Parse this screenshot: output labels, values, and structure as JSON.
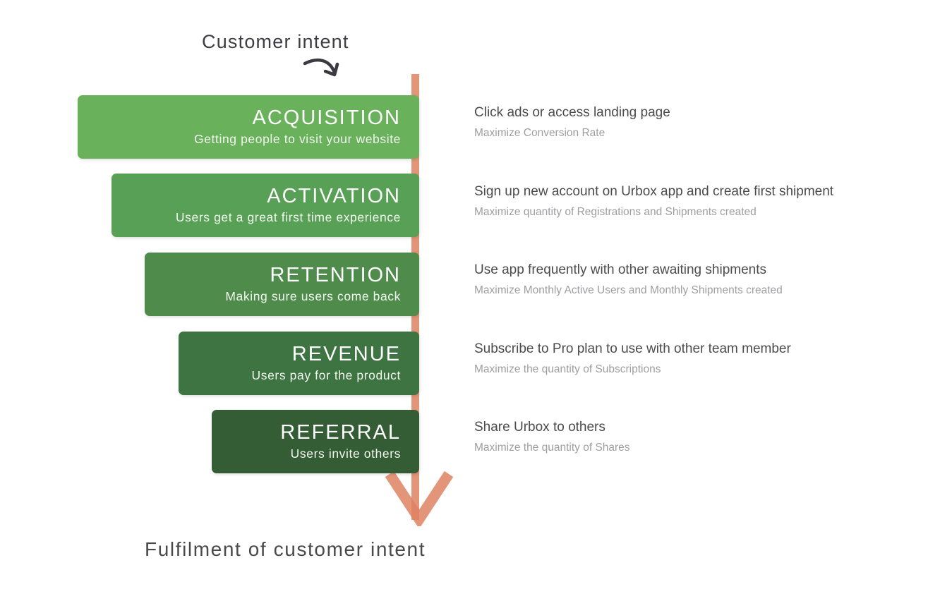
{
  "diagram": {
    "top_label": "Customer intent",
    "bottom_label": "Fulfilment of customer intent",
    "arrow_color_rgba": "rgba(222, 130, 98, 0.85)",
    "swoosh_color": "#3a3a40",
    "stages": [
      {
        "name": "ACQUISITION",
        "description": "Getting people to visit your website",
        "color": "#6ab15b",
        "action": "Click ads or access landing page",
        "metric": "Maximize Conversion Rate"
      },
      {
        "name": "ACTIVATION",
        "description": "Users get a great first time experience",
        "color": "#58a055",
        "action": "Sign up new account on Urbox app and create first shipment",
        "metric": "Maximize quantity of Registrations and Shipments created"
      },
      {
        "name": "RETENTION",
        "description": "Making sure users come back",
        "color": "#4f8c4c",
        "action": "Use app frequently with other awaiting shipments",
        "metric": "Maximize Monthly Active Users and Monthly Shipments created"
      },
      {
        "name": "REVENUE",
        "description": "Users pay for the product",
        "color": "#3e7342",
        "action": "Subscribe to Pro plan to use with other team member",
        "metric": "Maximize the quantity of Subscriptions"
      },
      {
        "name": "REFERRAL",
        "description": "Users invite others",
        "color": "#345c35",
        "action": "Share Urbox to others",
        "metric": "Maximize the quantity of Shares"
      }
    ]
  }
}
